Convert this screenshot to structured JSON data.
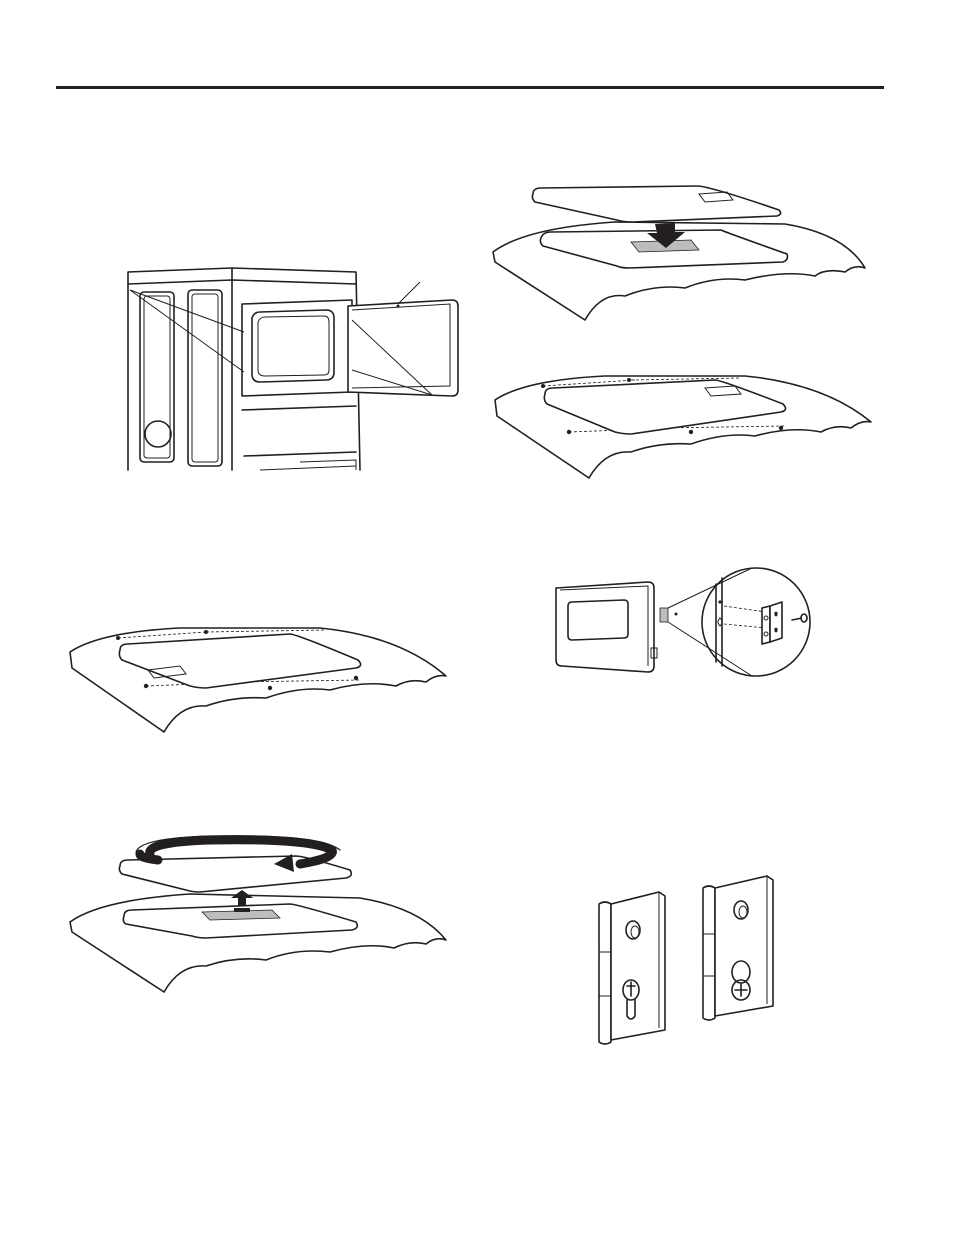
{
  "document": {
    "header_rule_color": "#231f20",
    "figures": [
      {
        "id": "dryer-front",
        "subject": "dryer-cabinet-with-open-door"
      },
      {
        "id": "door-panel-lower",
        "subject": "door-panel-lowered-onto-door"
      },
      {
        "id": "door-panel-screws-left",
        "subject": "door-on-cloth-with-screws"
      },
      {
        "id": "door-panel-screws-right",
        "subject": "door-on-cloth-with-screws"
      },
      {
        "id": "hinge-detail",
        "subject": "door-with-hinge-magnified"
      },
      {
        "id": "door-panel-rotate",
        "subject": "door-panel-lifted-and-rotated"
      },
      {
        "id": "hinge-pair",
        "subject": "two-hinges"
      }
    ]
  }
}
